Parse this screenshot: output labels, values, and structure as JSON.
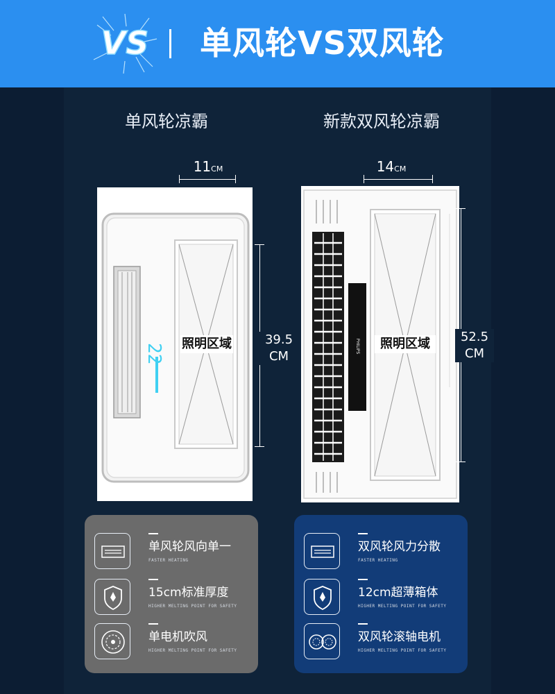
{
  "header": {
    "logo_text": "VS",
    "title": "单风轮VS双风轮"
  },
  "left": {
    "title": "单风轮凉霸",
    "width_value": "11",
    "width_unit": "CM",
    "height_value": "39.5",
    "height_unit": "CM",
    "light_label": "照明区域",
    "features": [
      {
        "icon": "air-outlet-icon",
        "label": "单风轮风向单一",
        "sub": "FASTER HEATING"
      },
      {
        "icon": "shield-icon",
        "label": "15cm标准厚度",
        "sub": "HIGHER MELTING POINT FOR SAFETY"
      },
      {
        "icon": "fan-wheel-icon",
        "label": "单电机吹风",
        "sub": "HIGHER MELTING POINT FOR SAFETY"
      }
    ]
  },
  "right": {
    "title": "新款双风轮凉霸",
    "width_value": "14",
    "width_unit": "CM",
    "height_value": "52.5",
    "height_unit": "CM",
    "light_label": "照明区域",
    "brand_mark": "PHILIPS",
    "features": [
      {
        "icon": "air-outlet-icon",
        "label": "双风轮风力分散",
        "sub": "FASTER HEATING"
      },
      {
        "icon": "shield-icon",
        "label": "12cm超薄箱体",
        "sub": "HIGHER MELTING POINT FOR SAFETY"
      },
      {
        "icon": "dual-fan-icon",
        "label": "双风轮滚轴电机",
        "sub": "HIGHER MELTING POINT FOR SAFETY"
      }
    ]
  },
  "colors": {
    "header_bg": "#2b8ff0",
    "page_bg": "#0c1d33",
    "left_card_bg": "#6b6b6b",
    "right_card_bg": "#123c78",
    "display_cyan": "#3fd0f2"
  }
}
